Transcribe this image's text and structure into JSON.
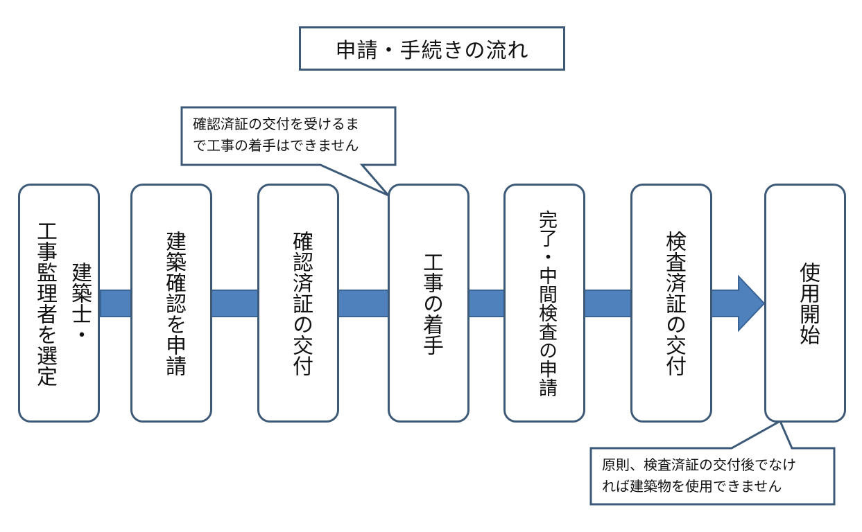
{
  "title": "申請・手続きの流れ",
  "steps": [
    {
      "lines": [
        "建築士・",
        "工事監理者を選定"
      ]
    },
    {
      "lines": [
        "建築確認を申請"
      ]
    },
    {
      "lines": [
        "確認済証の交付"
      ]
    },
    {
      "lines": [
        "工事の着手"
      ]
    },
    {
      "lines": [
        "完了・中間検査の申請"
      ]
    },
    {
      "lines": [
        "検査済証の交付"
      ]
    },
    {
      "lines": [
        "使用開始"
      ]
    }
  ],
  "callouts": {
    "top": [
      "確認済証の交付を受けるま",
      "で工事の着手はできません"
    ],
    "bottom": [
      "原則、検査済証の交付後でなけ",
      "れば建築物を使用できません"
    ]
  },
  "colors": {
    "border": "#3c5a78",
    "arrow": "#4f81bd",
    "arrow_edge": "#3a6496"
  }
}
